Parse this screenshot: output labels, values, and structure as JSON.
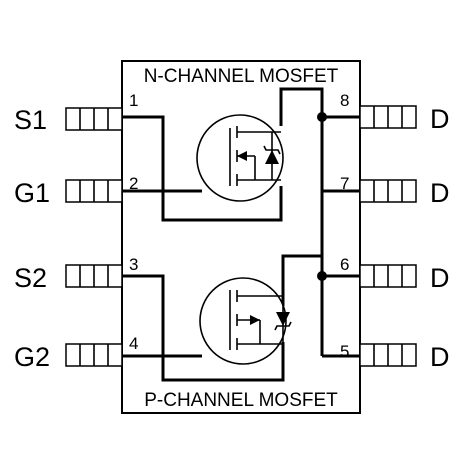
{
  "package": {
    "top_label": "N-CHANNEL MOSFET",
    "bottom_label": "P-CHANNEL MOSFET"
  },
  "pins": {
    "left": [
      {
        "name": "S1",
        "number": "1"
      },
      {
        "name": "G1",
        "number": "2"
      },
      {
        "name": "S2",
        "number": "3"
      },
      {
        "name": "G2",
        "number": "4"
      }
    ],
    "right": [
      {
        "name": "D",
        "number": "8"
      },
      {
        "name": "D",
        "number": "7"
      },
      {
        "name": "D",
        "number": "6"
      },
      {
        "name": "D",
        "number": "5"
      }
    ]
  },
  "devices": [
    {
      "type": "n-channel-mosfet-icon"
    },
    {
      "type": "p-channel-mosfet-icon"
    }
  ]
}
